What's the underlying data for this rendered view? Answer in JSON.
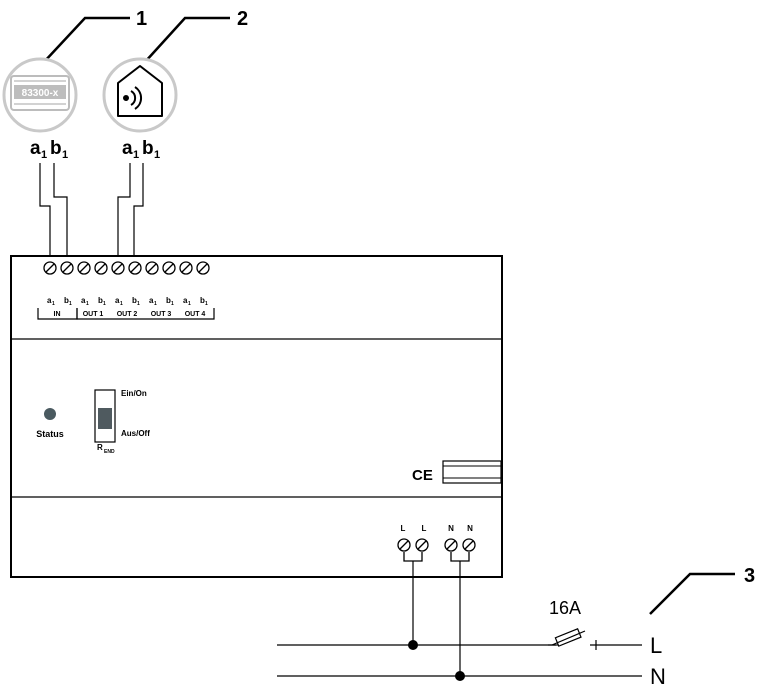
{
  "callouts": {
    "one": "1",
    "two": "2",
    "three": "3"
  },
  "device1": {
    "label": "83300-x"
  },
  "bus_labels": {
    "left": {
      "a": "a",
      "a_sub": "1",
      "b": "b",
      "b_sub": "1"
    },
    "right": {
      "a": "a",
      "a_sub": "1",
      "b": "b",
      "b_sub": "1"
    }
  },
  "terminal_labels": {
    "ab": [
      "a",
      "b",
      "a",
      "b",
      "a",
      "b",
      "a",
      "b",
      "a",
      "b"
    ],
    "sub": "1",
    "groups": [
      "IN",
      "OUT 1",
      "OUT 2",
      "OUT 3",
      "OUT 4"
    ]
  },
  "status_label": "Status",
  "switch": {
    "on_label": "Ein/On",
    "off_label": "Aus/Off",
    "r": "R",
    "r_sub": "END"
  },
  "ce_mark": "CE",
  "power_terminals": [
    "L",
    "L",
    "N",
    "N"
  ],
  "fuse_label": "16A",
  "line_labels": {
    "l": "L",
    "n": "N"
  }
}
